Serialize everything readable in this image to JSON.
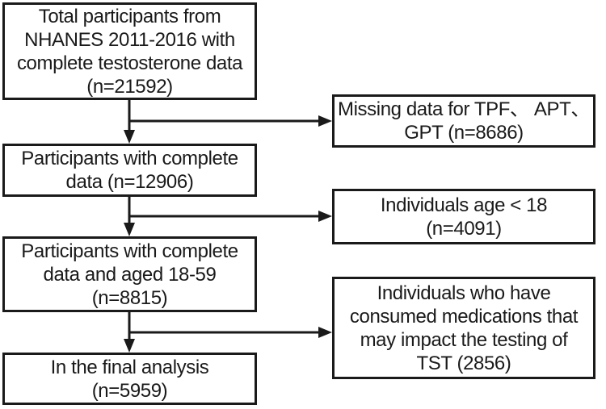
{
  "colors": {
    "border": "#1a1a1a",
    "text": "#1a1a1a",
    "background": "#ffffff"
  },
  "flow_boxes": [
    {
      "id": "total-participants",
      "text": "Total participants from\nNHANES 2011-2016 with\ncomplete testosterone data\n(n=21592)"
    },
    {
      "id": "complete-data",
      "text": "Participants with complete\ndata (n=12906)"
    },
    {
      "id": "aged-18-59",
      "text": "Participants with complete\ndata and aged 18-59\n(n=8815)"
    },
    {
      "id": "final-analysis",
      "text": "In the final analysis\n(n=5959)"
    }
  ],
  "exclusion_boxes": [
    {
      "id": "missing-data",
      "text": "Missing data for TPF、 APT、\nGPT (n=8686)"
    },
    {
      "id": "age-under-18",
      "text": "Individuals age < 18\n(n=4091)"
    },
    {
      "id": "medications",
      "text": "Individuals who have\nconsumed medications that\nmay impact the testing of\nTST (2856)"
    }
  ]
}
